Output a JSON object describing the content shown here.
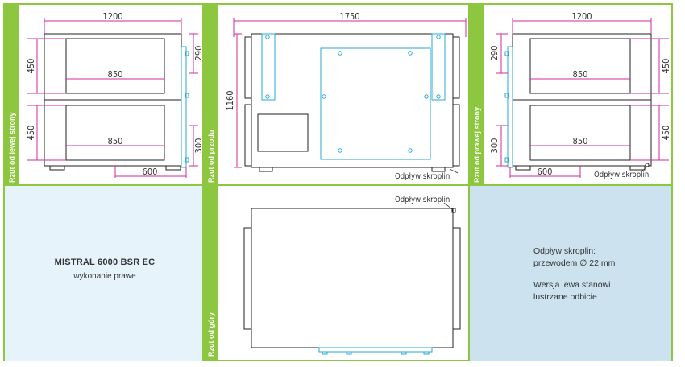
{
  "colors": {
    "frame": "#8dc63f",
    "dimension": "#d4289b",
    "internal": "#29a9d6",
    "casing": "#222222",
    "panel_light_blue": "#e6f3fa",
    "panel_blue": "#cce3ef"
  },
  "views": {
    "left_side_label": "Rzut od lewej strony",
    "front_label": "Rzut od przodu",
    "right_side_label": "Rzut od prawej strony",
    "top_label": "Rzut od góry"
  },
  "dims": {
    "d1200": "1200",
    "d1750": "1750",
    "d850": "850",
    "d450": "450",
    "d290": "290",
    "d300": "300",
    "d600": "600",
    "d1160": "1160"
  },
  "labels": {
    "drain": "Odpływ skroplin"
  },
  "product": {
    "title": "MISTRAL 6000 BSR EC",
    "variant": "wykonanie prawe"
  },
  "notes": {
    "line1": "Odpływ skroplin:",
    "line2": "przewodem ∅ 22 mm",
    "line3": "Wersja lewa stanowi",
    "line4": "lustrzane odbicie"
  }
}
